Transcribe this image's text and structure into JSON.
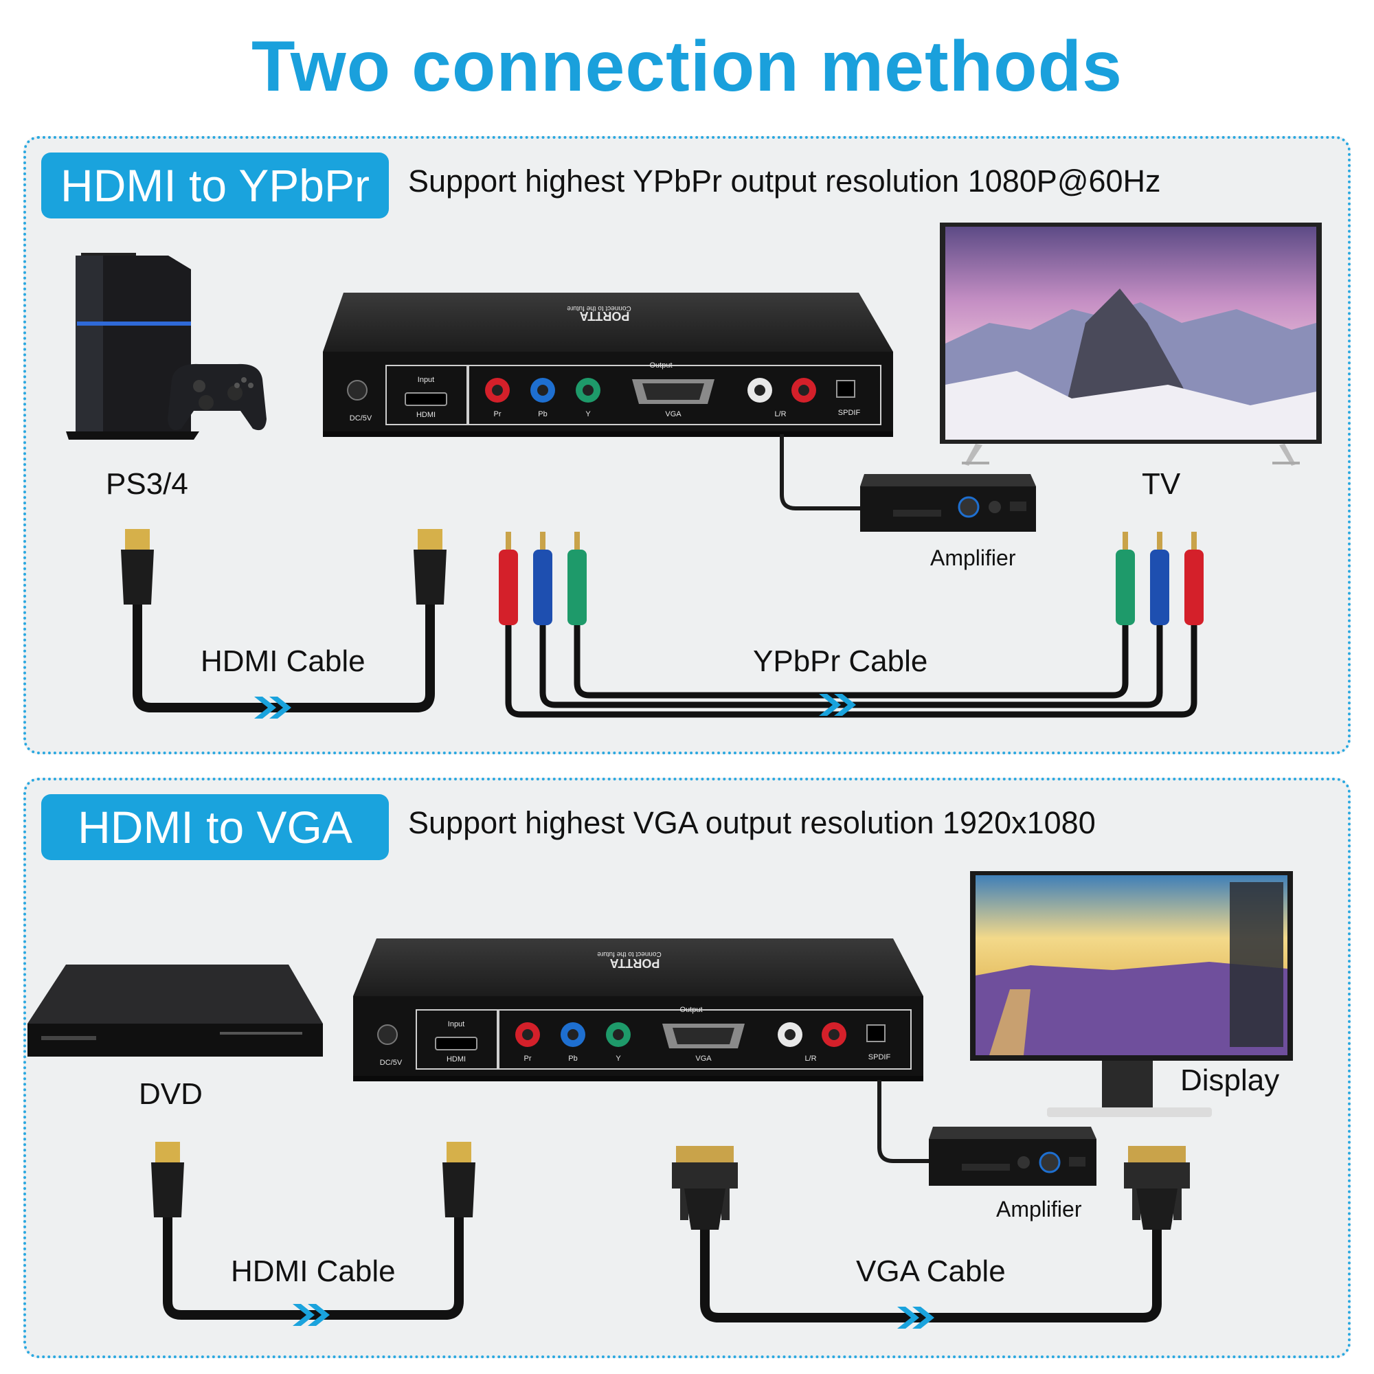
{
  "title": "Two connection methods",
  "sections": [
    {
      "badge": "HDMI to YPbPr",
      "description": "Support highest YPbPr output resolution 1080P@60Hz",
      "source_label": "PS3/4",
      "display_label": "TV",
      "amplifier_label": "Amplifier",
      "cable_left_label": "HDMI Cable",
      "cable_right_label": "YPbPr Cable"
    },
    {
      "badge": "HDMI to VGA",
      "description": "Support highest VGA output resolution 1920x1080",
      "source_label": "DVD",
      "display_label": "Display",
      "amplifier_label": "Amplifier",
      "cable_left_label": "HDMI Cable",
      "cable_right_label": "VGA Cable"
    }
  ],
  "converter_panel": {
    "output": "Output",
    "input": "Input",
    "hdmi": "HDMI",
    "dc": "DC/5V",
    "pr": "Pr",
    "pb": "Pb",
    "y": "Y",
    "vga": "VGA",
    "lr": "L/R",
    "spdif": "SPDIF",
    "brand": "PORTTA",
    "tagline": "Connect to the future"
  },
  "colors": {
    "accent": "#1aa3dd",
    "title": "#1aa0dc",
    "panel_bg": "#eef0f1",
    "red": "#d4202a",
    "blue": "#1e6fd0",
    "green": "#1e9a6a",
    "arrow": "#1aa3dd"
  }
}
